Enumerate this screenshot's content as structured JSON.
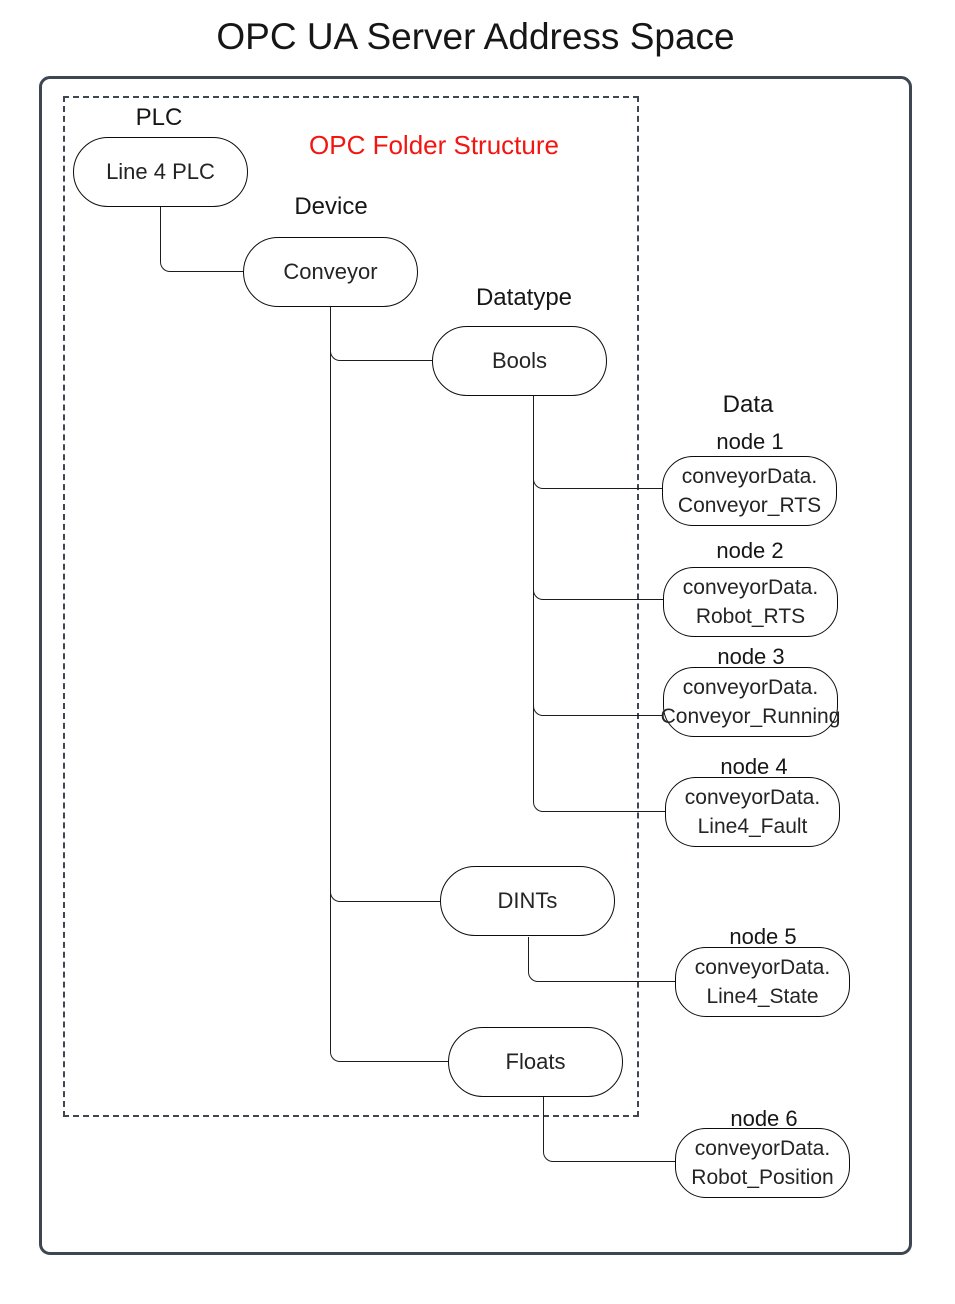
{
  "title": "OPC UA Server Address Space",
  "overlay": {
    "label": "OPC Folder Structure"
  },
  "levels": {
    "plc": "PLC",
    "device": "Device",
    "datatype": "Datatype",
    "data": "Data"
  },
  "folders": {
    "plc": "Line 4 PLC",
    "device": "Conveyor",
    "bools": "Bools",
    "dints": "DINTs",
    "floats": "Floats"
  },
  "nodes": [
    {
      "label": "node 1",
      "line1": "conveyorData.",
      "line2": "Conveyor_RTS"
    },
    {
      "label": "node 2",
      "line1": "conveyorData.",
      "line2": "Robot_RTS"
    },
    {
      "label": "node 3",
      "line1": "conveyorData.",
      "line2": "Conveyor_Running"
    },
    {
      "label": "node 4",
      "line1": "conveyorData.",
      "line2": "Line4_Fault"
    },
    {
      "label": "node 5",
      "line1": "conveyorData.",
      "line2": "Line4_State"
    },
    {
      "label": "node 6",
      "line1": "conveyorData.",
      "line2": "Robot_Position"
    }
  ],
  "colors": {
    "frame": "#3e4652",
    "line": "#1c1c1c",
    "overlay_text": "#f21511"
  }
}
